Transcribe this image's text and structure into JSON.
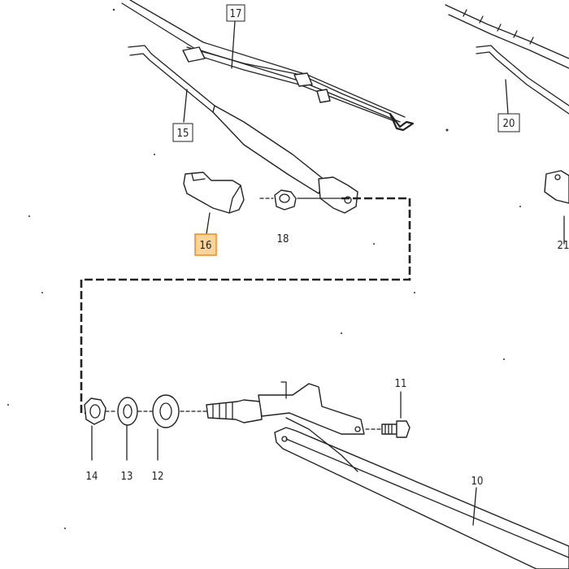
{
  "parts": [
    {
      "id": "p17",
      "label": "17",
      "boxed": true,
      "highlighted": false,
      "name": "wiper-blade-17"
    },
    {
      "id": "p15",
      "label": "15",
      "boxed": true,
      "highlighted": false,
      "name": "wiper-arm-15"
    },
    {
      "id": "p20",
      "label": "20",
      "boxed": true,
      "highlighted": false,
      "name": "wiper-arm-20"
    },
    {
      "id": "p16",
      "label": "16",
      "boxed": true,
      "highlighted": true,
      "name": "cap-16"
    },
    {
      "id": "p18",
      "label": "18",
      "boxed": false,
      "highlighted": false,
      "name": "nut-18"
    },
    {
      "id": "p21",
      "label": "21",
      "boxed": false,
      "highlighted": false,
      "name": "cap-21"
    },
    {
      "id": "p11",
      "label": "11",
      "boxed": false,
      "highlighted": false,
      "name": "bolt-11"
    },
    {
      "id": "p14",
      "label": "14",
      "boxed": false,
      "highlighted": false,
      "name": "nut-14"
    },
    {
      "id": "p13",
      "label": "13",
      "boxed": false,
      "highlighted": false,
      "name": "washer-13"
    },
    {
      "id": "p12",
      "label": "12",
      "boxed": false,
      "highlighted": false,
      "name": "seal-12"
    },
    {
      "id": "p10",
      "label": "10",
      "boxed": false,
      "highlighted": false,
      "name": "linkage-10"
    }
  ],
  "colors": {
    "highlight_fill": "#fbd49a",
    "highlight_stroke": "#f08a1c",
    "line": "#222222"
  }
}
